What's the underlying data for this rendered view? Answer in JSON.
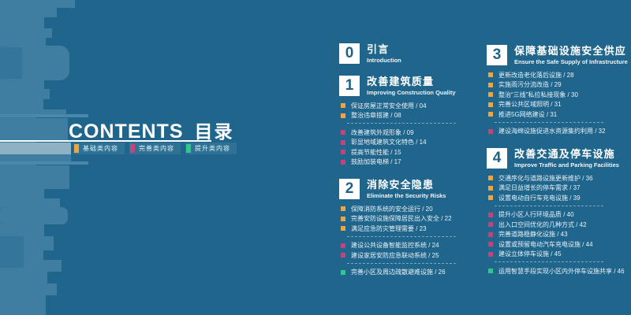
{
  "page": {
    "title_en": "CONTENTS",
    "title_zh": "目录"
  },
  "colors": {
    "background": "#20658C",
    "skyline": "#3F7EA1",
    "basic": "#EFA43E",
    "improve": "#C2447B",
    "upgrade": "#2FC98E",
    "number_box_bg": "#FFFFFF",
    "number_text": "#1F6389"
  },
  "legend": {
    "items": [
      {
        "label": "基础类内容",
        "category": "basic"
      },
      {
        "label": "完善类内容",
        "category": "improve"
      },
      {
        "label": "提升类内容",
        "category": "upgrade"
      }
    ]
  },
  "columns": [
    {
      "sections": [
        {
          "number": "0",
          "title_zh": "引言",
          "title_en": "Introduction",
          "groups": []
        },
        {
          "number": "1",
          "title_zh": "改善建筑质量",
          "title_en": "Improving Construction Quality",
          "groups": [
            {
              "category": "basic",
              "items": [
                {
                  "text": "保证房屋正常安全使用",
                  "page": "04"
                },
                {
                  "text": "整治违章搭建",
                  "page": "08"
                }
              ]
            },
            {
              "category": "improve",
              "items": [
                {
                  "text": "改善建筑外观形象",
                  "page": "09"
                },
                {
                  "text": "彰显地域建筑文化特色",
                  "page": "14"
                },
                {
                  "text": "提高节能性能",
                  "page": "15"
                },
                {
                  "text": "鼓励加装电梯",
                  "page": "17"
                }
              ]
            }
          ]
        },
        {
          "number": "2",
          "title_zh": "消除安全隐患",
          "title_en": "Eliminate the Security Risks",
          "groups": [
            {
              "category": "basic",
              "items": [
                {
                  "text": "保障消防系统的安全运行",
                  "page": "20"
                },
                {
                  "text": "完善安防设施保障居民出入安全",
                  "page": "22"
                },
                {
                  "text": "满足应急防灾管理需要",
                  "page": "23"
                }
              ]
            },
            {
              "category": "improve",
              "items": [
                {
                  "text": "建设公共设备智能监控系统",
                  "page": "24"
                },
                {
                  "text": "建设家居安防应急联动系统",
                  "page": "25"
                }
              ]
            },
            {
              "category": "upgrade",
              "items": [
                {
                  "text": "完善小区及周边疏散避难设施",
                  "page": "26"
                }
              ]
            }
          ]
        }
      ]
    },
    {
      "sections": [
        {
          "number": "3",
          "title_zh": "保障基础设施安全供应",
          "title_en": "Ensure the Safe Supply of Infrastructure",
          "groups": [
            {
              "category": "basic",
              "items": [
                {
                  "text": "更新改造老化落后设施",
                  "page": "28"
                },
                {
                  "text": "实施雨污分流改造",
                  "page": "29"
                },
                {
                  "text": "整治“三线”私拉私接现象",
                  "page": "30"
                },
                {
                  "text": "完善公共区域照明",
                  "page": "31"
                },
                {
                  "text": "推进5G网络建设",
                  "page": "31"
                }
              ]
            },
            {
              "category": "improve",
              "items": [
                {
                  "text": "建设海绵设施促进水资源集约利用",
                  "page": "32"
                }
              ]
            }
          ]
        },
        {
          "number": "4",
          "title_zh": "改善交通及停车设施",
          "title_en": "Improve Traffic and Parking Facilities",
          "groups": [
            {
              "category": "basic",
              "items": [
                {
                  "text": "交通序化与道路设施更新维护",
                  "page": "36"
                },
                {
                  "text": "满足日益增长的停车需求",
                  "page": "37"
                },
                {
                  "text": "设置电动自行车充电设施",
                  "page": "39"
                }
              ]
            },
            {
              "category": "improve",
              "items": [
                {
                  "text": "提升小区人行环境品质",
                  "page": "40"
                },
                {
                  "text": "出入口空间优化的几种方式",
                  "page": "42"
                },
                {
                  "text": "完善道路稳静化设施",
                  "page": "43"
                },
                {
                  "text": "设置或预留电动汽车充电设施",
                  "page": "44"
                },
                {
                  "text": "建设立体停车设施",
                  "page": "45"
                }
              ]
            },
            {
              "category": "upgrade",
              "items": [
                {
                  "text": "运用智慧手段实现小区内外停车设施共享",
                  "page": "46"
                }
              ]
            }
          ]
        }
      ]
    }
  ]
}
